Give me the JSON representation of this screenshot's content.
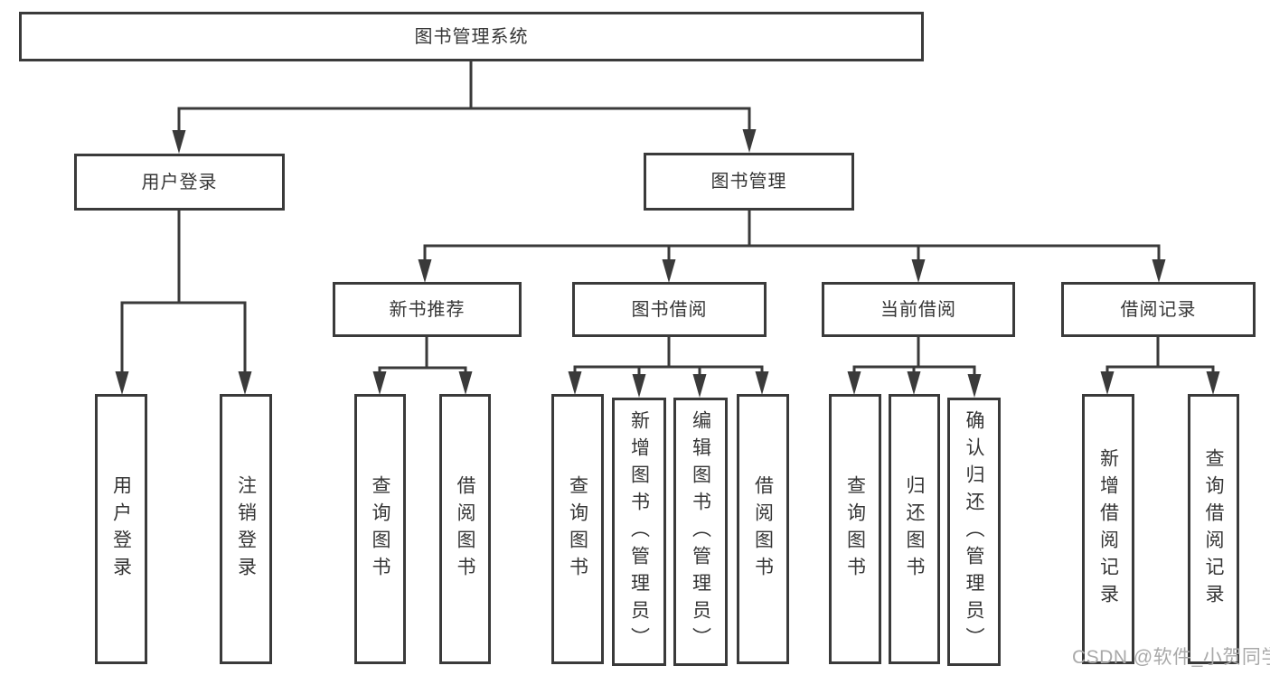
{
  "diagram": {
    "root": {
      "label": "图书管理系统"
    },
    "branches": [
      {
        "label": "用户登录",
        "children": [
          {
            "label": "用户登录"
          },
          {
            "label": "注销登录"
          }
        ]
      },
      {
        "label": "图书管理",
        "children": [
          {
            "label": "新书推荐",
            "children": [
              {
                "label": "查询图书"
              },
              {
                "label": "借阅图书"
              }
            ]
          },
          {
            "label": "图书借阅",
            "children": [
              {
                "label": "查询图书"
              },
              {
                "label": "新增图书（管理员）"
              },
              {
                "label": "编辑图书（管理员）"
              },
              {
                "label": "借阅图书"
              }
            ]
          },
          {
            "label": "当前借阅",
            "children": [
              {
                "label": "查询图书"
              },
              {
                "label": "归还图书"
              },
              {
                "label": "确认归还（管理员）"
              }
            ]
          },
          {
            "label": "借阅记录",
            "children": [
              {
                "label": "新增借阅记录"
              },
              {
                "label": "查询借阅记录"
              }
            ]
          }
        ]
      }
    ]
  },
  "watermark": {
    "text": "CSDN @软件_小贺同学"
  },
  "colors": {
    "line": "#3a3a3a",
    "box_border": "#3a3a3a",
    "text": "#363636",
    "watermark": "#a9a9a9",
    "background": "#ffffff"
  }
}
